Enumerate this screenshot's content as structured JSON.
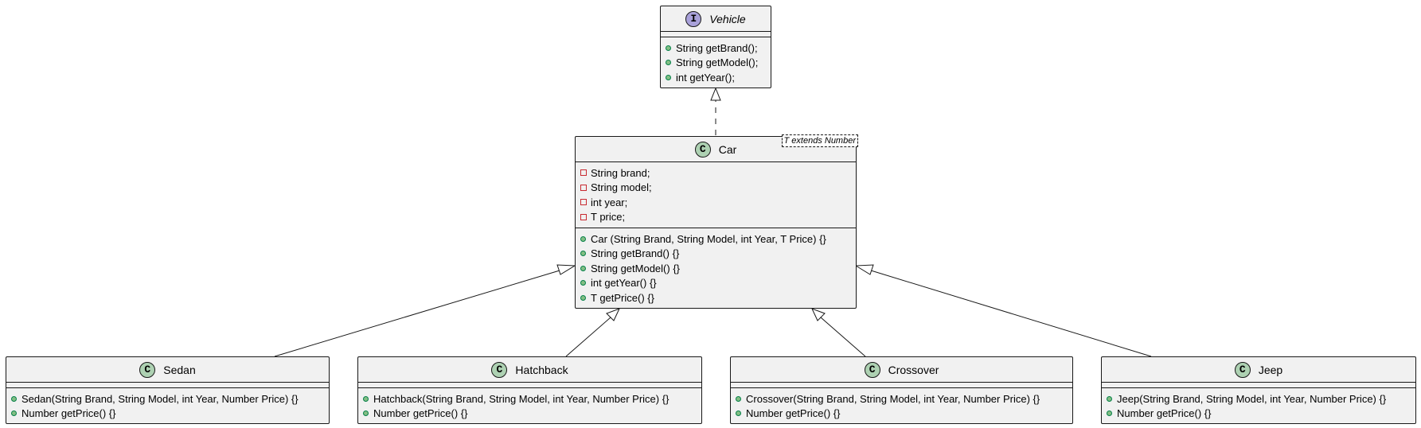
{
  "diagram": {
    "vehicle": {
      "stereotype_icon": "interface-icon",
      "badge_letter": "I",
      "name": "Vehicle",
      "methods": [
        "String getBrand();",
        "String getModel();",
        "int getYear();"
      ]
    },
    "car": {
      "stereotype_icon": "class-icon",
      "badge_letter": "C",
      "name": "Car",
      "generic": "T extends Number",
      "fields": [
        "String brand;",
        "String model;",
        "int year;",
        "T price;"
      ],
      "methods": [
        "Car (String Brand, String Model, int Year, T Price) {}",
        "String getBrand() {}",
        "String getModel() {}",
        "int getYear() {}",
        "T getPrice() {}"
      ]
    },
    "sedan": {
      "badge_letter": "C",
      "name": "Sedan",
      "methods": [
        "Sedan(String Brand, String Model, int Year, Number Price) {}",
        "Number getPrice() {}"
      ]
    },
    "hatchback": {
      "badge_letter": "C",
      "name": "Hatchback",
      "methods": [
        "Hatchback(String Brand, String Model, int Year, Number Price) {}",
        "Number getPrice() {}"
      ]
    },
    "crossover": {
      "badge_letter": "C",
      "name": "Crossover",
      "methods": [
        "Crossover(String Brand, String Model, int Year, Number Price) {}",
        "Number getPrice() {}"
      ]
    },
    "jeep": {
      "badge_letter": "C",
      "name": "Jeep",
      "methods": [
        "Jeep(String Brand, String Model, int Year, Number Price) {}",
        "Number getPrice() {}"
      ]
    },
    "colors": {
      "box_fill": "#f1f1f1",
      "border": "#181818",
      "class_badge": "#add1b2",
      "interface_badge": "#a9a1da",
      "public_dot": "#84be84",
      "private_square": "#c82930"
    }
  }
}
